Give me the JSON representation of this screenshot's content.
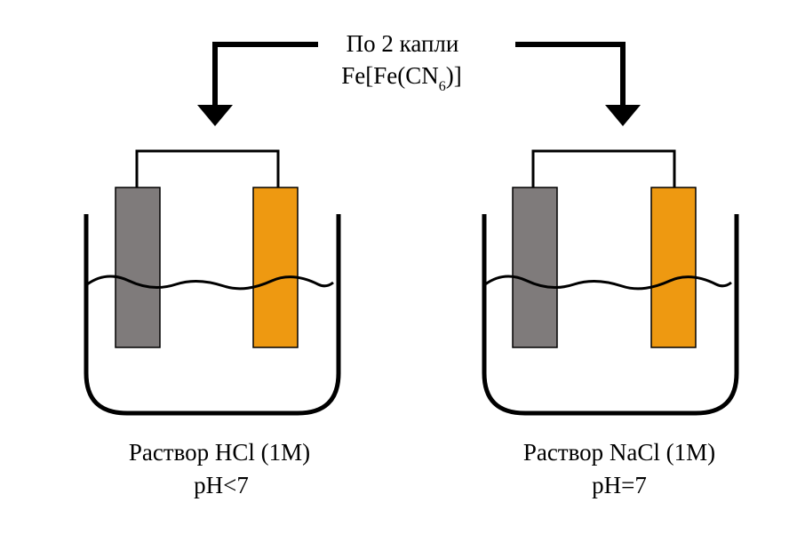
{
  "reagent": {
    "line1": "По 2 капли",
    "formula_main": "Fe[Fe(CN",
    "formula_sub": "6",
    "formula_end": ")]"
  },
  "beakers": [
    {
      "solution_label": "Раствор HCl (1M)",
      "ph_label": "pH<7"
    },
    {
      "solution_label": "Раствор NaCl (1M)",
      "ph_label": "pH=7"
    }
  ],
  "colors": {
    "outline": "#000000",
    "electrode_iron": "#7f7b7b",
    "electrode_copper": "#ee9911"
  }
}
